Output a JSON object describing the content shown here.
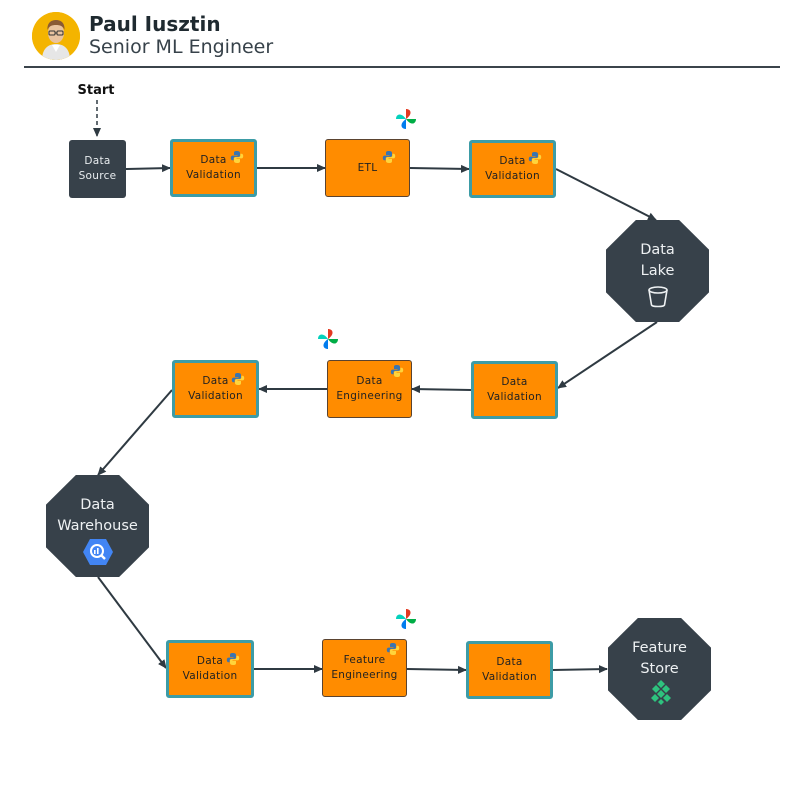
{
  "author": {
    "name": "Paul Iusztin",
    "title": "Senior ML Engineer"
  },
  "start_label": "Start",
  "nodes": {
    "data_source": "Data\nSource",
    "val1": "Data\nValidation",
    "etl": "ETL",
    "val2": "Data\nValidation",
    "data_lake": "Data\nLake",
    "val3": "Data\nValidation",
    "data_eng": "Data\nEngineering",
    "val4": "Data\nValidation",
    "warehouse": "Data\nWarehouse",
    "val5": "Data\nValidation",
    "feat_eng": "Feature\nEngineering",
    "val6": "Data\nValidation",
    "feature_store": "Feature\nStore"
  },
  "icons": {
    "python": "python-logo-icon",
    "airflow": "airflow-pinwheel-icon",
    "bucket": "storage-bucket-icon",
    "bigquery": "bigquery-icon",
    "hopsworks": "hopsworks-icon"
  },
  "colors": {
    "process_fill": "#ff8c00",
    "validation_border": "#3d9ca6",
    "storage_fill": "#37414a",
    "arrow": "#2f3a42"
  }
}
